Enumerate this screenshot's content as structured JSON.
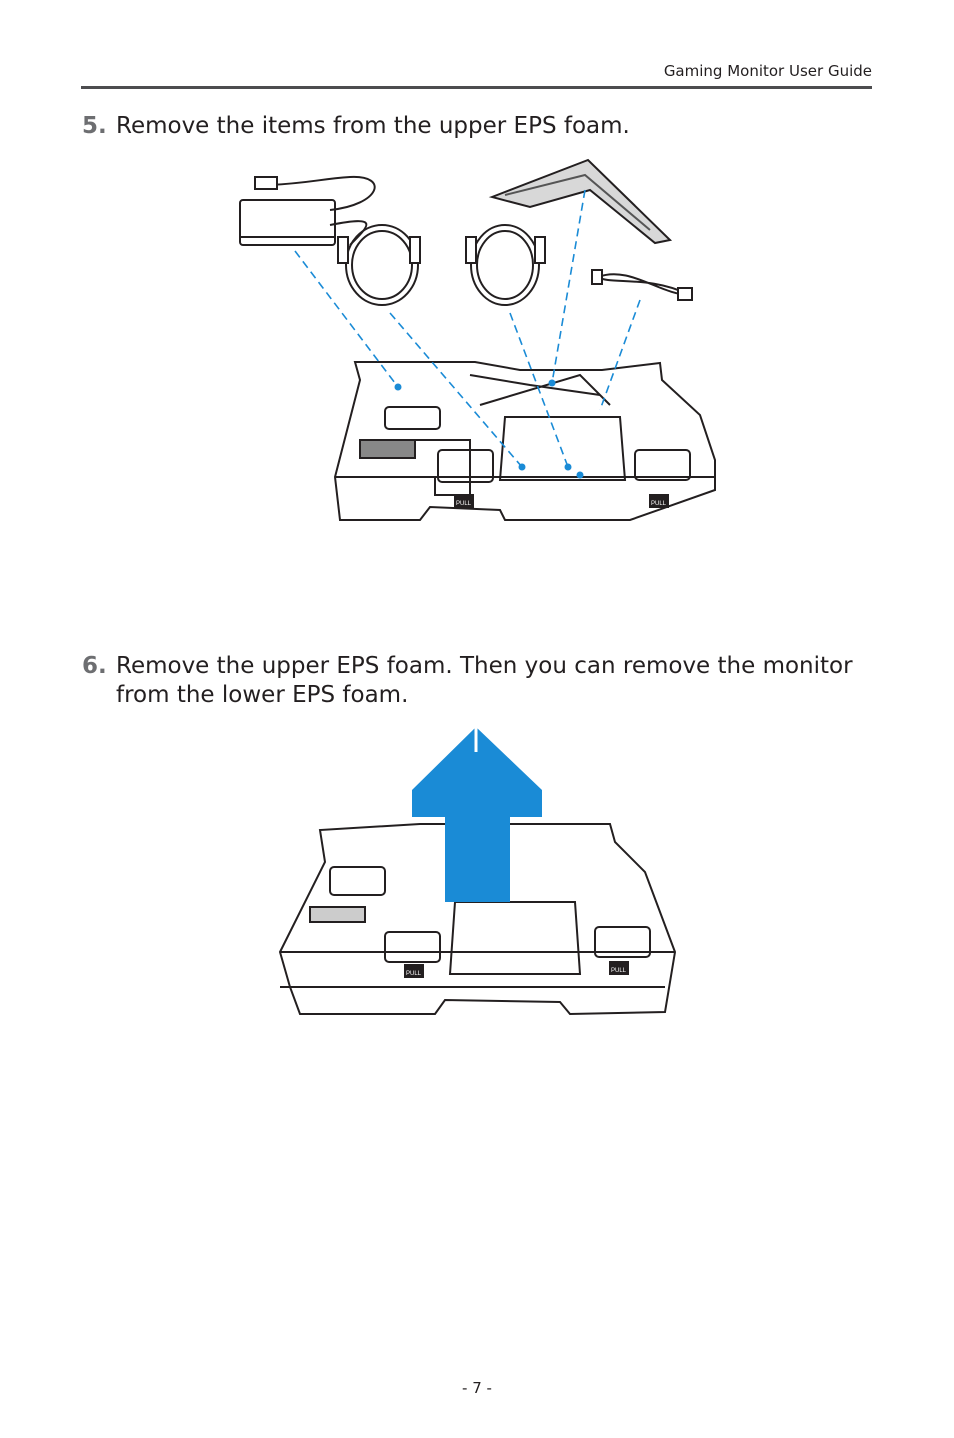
{
  "header": {
    "title": "Gaming Monitor User Guide"
  },
  "steps": [
    {
      "number": "5.",
      "text": "Remove the items from the upper EPS foam."
    },
    {
      "number": "6.",
      "text": "Remove the upper EPS foam. Then you can remove the monitor from the lower EPS foam."
    }
  ],
  "figures": {
    "pull_tab_label": "PULL"
  },
  "colors": {
    "accent": "#1a8bd6",
    "rule": "#4d4d4f",
    "step_number": "#6d6e71"
  },
  "footer": {
    "page_number": "- 7 -"
  }
}
